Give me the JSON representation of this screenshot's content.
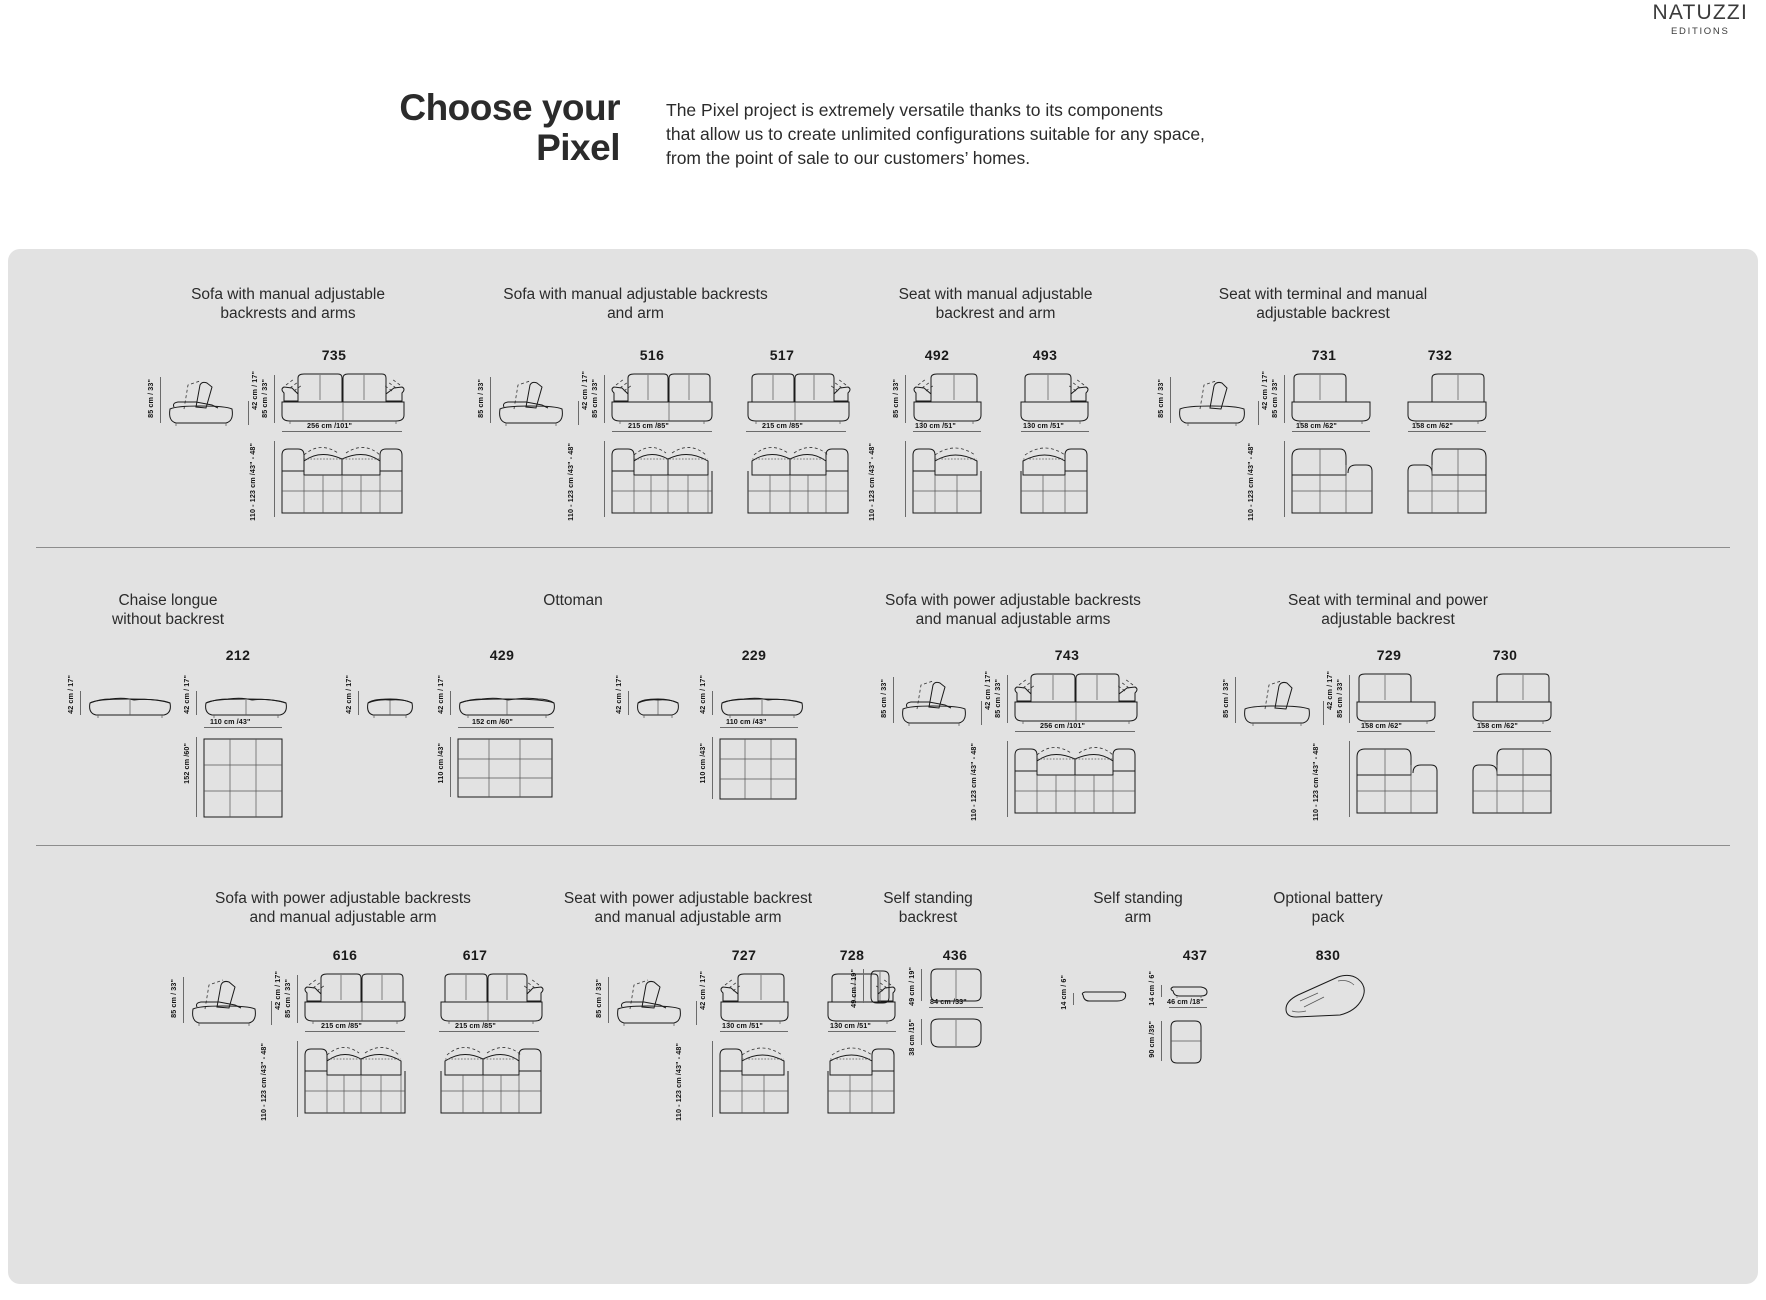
{
  "logo": {
    "brand": "NATUZZI",
    "subtitle": "EDITIONS"
  },
  "header": {
    "headline_line1": "Choose your",
    "headline_line2": "Pixel",
    "intro_line1": "The Pixel project is extremely versatile thanks to its components",
    "intro_line2": "that allow us to create unlimited configurations suitable for any space,",
    "intro_line3": "from the point of sale to our customers’ homes."
  },
  "dims": {
    "h85": "85 cm / 33\"",
    "h42": "42 cm / 17\"",
    "h49": "49 cm / 19\"",
    "h14": "14 cm / 6\"",
    "d110_123": "110 - 123 cm /43\" - 48\"",
    "d152": "152 cm /60\"",
    "d110": "110 cm /43\"",
    "d38": "38 cm /15\"",
    "d90": "90 cm /35\"",
    "w256": "256 cm /101\"",
    "w215": "215 cm /85\"",
    "w130": "130 cm /51\"",
    "w158": "158 cm /62\"",
    "w110": "110 cm /43\"",
    "w152": "152 cm /60\"",
    "w84": "84 cm /33\"",
    "w46": "46 cm /18\""
  },
  "rows": [
    {
      "groups": [
        {
          "title": "Sofa with manual adjustable\nbackrests and arms",
          "codes": [
            "735"
          ],
          "widths": [
            "256 cm /101\""
          ],
          "height": "85 cm / 33\"",
          "side_height": "85 cm / 33\"",
          "seat_height": "42 cm / 17\"",
          "depth": "110 - 123 cm /43\" - 48\""
        },
        {
          "title": "Sofa with manual adjustable backrests\nand arm",
          "codes": [
            "516",
            "517"
          ],
          "widths": [
            "215 cm /85\"",
            "215 cm /85\""
          ],
          "height": "85 cm / 33\"",
          "side_height": "85 cm / 33\"",
          "seat_height": "42 cm / 17\"",
          "depth": "110 - 123 cm /43\" - 48\""
        },
        {
          "title": "Seat with manual adjustable\nbackrest and arm",
          "codes": [
            "492",
            "493"
          ],
          "widths": [
            "130 cm /51\"",
            "130 cm /51\""
          ],
          "height": "85 cm / 33\"",
          "side_height": "85 cm / 33\"",
          "seat_height": "42 cm / 17\"",
          "depth": "110 - 123 cm /43\" - 48\""
        },
        {
          "title": "Seat with terminal and manual\nadjustable backrest",
          "codes": [
            "731",
            "732"
          ],
          "widths": [
            "158 cm /62\"",
            "158 cm /62\""
          ],
          "height": "85 cm / 33\"",
          "side_height": "85 cm / 33\"",
          "seat_height": "42 cm / 17\"",
          "depth": "110 - 123 cm /43\" - 48\""
        }
      ]
    },
    {
      "groups": [
        {
          "title": "Chaise longue\nwithout backrest",
          "codes": [
            "212"
          ],
          "widths": [
            "110 cm /43\""
          ],
          "height": "42 cm / 17\"",
          "side_height": "42 cm / 17\"",
          "depth": "152 cm /60\""
        },
        {
          "title": "Ottoman",
          "codes": [
            "429",
            "229"
          ],
          "widths": [
            "152 cm /60\"",
            "110 cm /43\""
          ],
          "height": "42 cm / 17\"",
          "side_height": "42 cm / 17\"",
          "depth": "110 cm /43\""
        },
        {
          "title": "Sofa with power adjustable backrests\nand manual adjustable arms",
          "codes": [
            "743"
          ],
          "widths": [
            "256 cm /101\""
          ],
          "height": "85 cm / 33\"",
          "side_height": "85 cm / 33\"",
          "seat_height": "42 cm / 17\"",
          "depth": "110 - 123 cm /43\" - 48\""
        },
        {
          "title": "Seat with terminal and power\nadjustable backrest",
          "codes": [
            "729",
            "730"
          ],
          "widths": [
            "158 cm /62\"",
            "158 cm /62\""
          ],
          "height": "85 cm / 33\"",
          "side_height": "85 cm / 33\"",
          "seat_height": "42 cm / 17\"",
          "depth": "110 - 123 cm /43\" - 48\""
        }
      ]
    },
    {
      "groups": [
        {
          "title": "Sofa with power adjustable backrests\nand manual adjustable arm",
          "codes": [
            "616",
            "617"
          ],
          "widths": [
            "215 cm /85\"",
            "215 cm /85\""
          ],
          "height": "85 cm / 33\"",
          "side_height": "85 cm / 33\"",
          "seat_height": "42 cm / 17\"",
          "depth": "110 - 123 cm /43\" - 48\""
        },
        {
          "title": "Seat with power adjustable backrest\nand manual adjustable arm",
          "codes": [
            "727",
            "728"
          ],
          "widths": [
            "130 cm /51\"",
            "130 cm /51\""
          ],
          "height": "85 cm / 33\"",
          "side_height": "85 cm / 33\"",
          "seat_height": "42 cm / 17\"",
          "depth": "110 - 123 cm /43\" - 48\""
        },
        {
          "title": "Self standing\nbackrest",
          "codes": [
            "436"
          ],
          "widths": [
            "84 cm /33\""
          ],
          "height": "49 cm / 19\"",
          "side_height": "49 cm / 19\"",
          "depth": "38 cm /15\""
        },
        {
          "title": "Self standing\narm",
          "codes": [
            "437"
          ],
          "widths": [
            "46 cm /18\""
          ],
          "height": "14 cm / 6\"",
          "side_height": "14 cm / 6\"",
          "depth": "90 cm /35\""
        },
        {
          "title": "Optional battery\npack",
          "codes": [
            "830"
          ],
          "widths": [],
          "height": "",
          "side_height": "",
          "depth": ""
        }
      ]
    }
  ]
}
